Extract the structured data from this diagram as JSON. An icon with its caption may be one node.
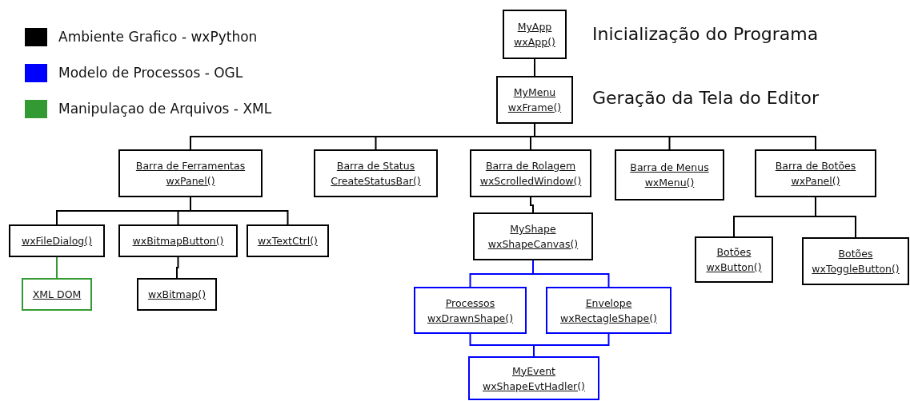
{
  "diagram": {
    "nodes": [
      {
        "text": [
          "MyApp",
          "wxApp()"
        ]
      },
      {
        "text": [
          "MyMenu",
          "wxFrame()"
        ]
      },
      {
        "text": [
          "Barra de Ferramentas",
          "wxPanel()"
        ]
      },
      {
        "text": [
          "Barra de Status",
          "CreateStatusBar()"
        ]
      },
      {
        "text": [
          "Barra de Rolagem",
          "wxScrolledWindow()"
        ]
      },
      {
        "text": [
          "Barra de Menus",
          "wxMenu()"
        ]
      },
      {
        "text": [
          "Barra de Botões",
          "wxPanel()"
        ]
      },
      {
        "text": [
          "wxFileDialog()"
        ]
      },
      {
        "text": [
          "wxBitmapButton()"
        ]
      },
      {
        "text": [
          "wxTextCtrl()"
        ]
      },
      {
        "text": [
          "XML DOM"
        ]
      },
      {
        "text": [
          "wxBitmap()"
        ]
      },
      {
        "text": [
          "MyShape",
          "wxShapeCanvas()"
        ]
      },
      {
        "text": [
          "Botões",
          "wxButton()"
        ]
      },
      {
        "text": [
          "Botões",
          "wxToggleButton()"
        ]
      },
      {
        "text": [
          "Processos",
          "wxDrawnShape()"
        ]
      },
      {
        "text": [
          "Envelope",
          "wxRectagleShape()"
        ]
      },
      {
        "text": [
          "MyEvent",
          "wxShapeEvtHadler()"
        ]
      }
    ],
    "edges": [
      {
        "from": 0,
        "to": 1,
        "arrow": "none"
      },
      {
        "from": 1,
        "to": 2,
        "arrow": "none"
      },
      {
        "from": 1,
        "to": 3,
        "arrow": "none"
      },
      {
        "from": 1,
        "to": 4,
        "arrow": "none"
      },
      {
        "from": 1,
        "to": 5,
        "arrow": "none"
      },
      {
        "from": 1,
        "to": 6,
        "arrow": "none"
      },
      {
        "from": 2,
        "to": 7,
        "arrow": "none"
      },
      {
        "from": 2,
        "to": 8,
        "arrow": "none"
      },
      {
        "from": 2,
        "to": 9,
        "arrow": "none"
      },
      {
        "from": 7,
        "to": 10,
        "arrow": "none",
        "color": "#339933"
      },
      {
        "from": 8,
        "to": 11,
        "arrow": "none"
      },
      {
        "from": 4,
        "to": 12,
        "arrow": "none"
      },
      {
        "from": 6,
        "to": 13,
        "arrow": "none"
      },
      {
        "from": 6,
        "to": 14,
        "arrow": "none"
      },
      {
        "from": 12,
        "to": 15,
        "arrow": "none",
        "color": "#0000ff"
      },
      {
        "from": 12,
        "to": 16,
        "arrow": "none",
        "color": "#0000ff"
      },
      {
        "from": 15,
        "to": 17,
        "arrow": "none",
        "color": "#0000ff"
      },
      {
        "from": 16,
        "to": 17,
        "arrow": "none",
        "color": "#0000ff"
      }
    ],
    "labels": [
      "Inicialização do Programa",
      "Geração da Tela do Editor"
    ],
    "legend": [
      {
        "text": "Ambiente Grafico - wxPython",
        "color": "#000000"
      },
      {
        "text": "Modelo de Processos - OGL",
        "color": "#0000ff"
      },
      {
        "text": "Manipulaçao de Arquivos - XML",
        "color": "#339933"
      }
    ]
  }
}
